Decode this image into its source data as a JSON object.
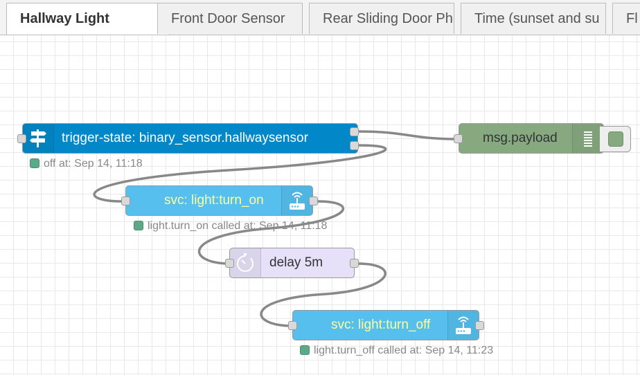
{
  "tabs": [
    {
      "label": "Hallway Light",
      "active": true
    },
    {
      "label": "Front Door Sensor",
      "active": false
    },
    {
      "label": "Rear Sliding Door Ph",
      "active": false
    },
    {
      "label": "Time (sunset and su",
      "active": false
    },
    {
      "label": "Fl",
      "active": false
    }
  ],
  "nodes": {
    "trigger": {
      "label": "trigger-state: binary_sensor.hallwaysensor",
      "status": "off at: Sep 14, 11:18",
      "color": "#0288c9",
      "icon": "signpost-icon"
    },
    "turn_on": {
      "label": "svc: light:turn_on",
      "status": "light.turn_on called at: Sep 14, 11:18",
      "color": "#56bfee",
      "icon": "router-icon"
    },
    "delay": {
      "label": "delay 5m",
      "color": "#e6e0f8",
      "icon": "timer-icon"
    },
    "turn_off": {
      "label": "svc: light:turn_off",
      "status": "light.turn_off called at: Sep 14, 11:23",
      "color": "#56bfee",
      "icon": "router-icon"
    },
    "debug": {
      "label": "msg.payload",
      "color": "#87a980",
      "icon": "list-icon"
    }
  },
  "colors": {
    "status_ok": "#5da987",
    "service_label": "#ffff99",
    "wire": "#888888"
  }
}
